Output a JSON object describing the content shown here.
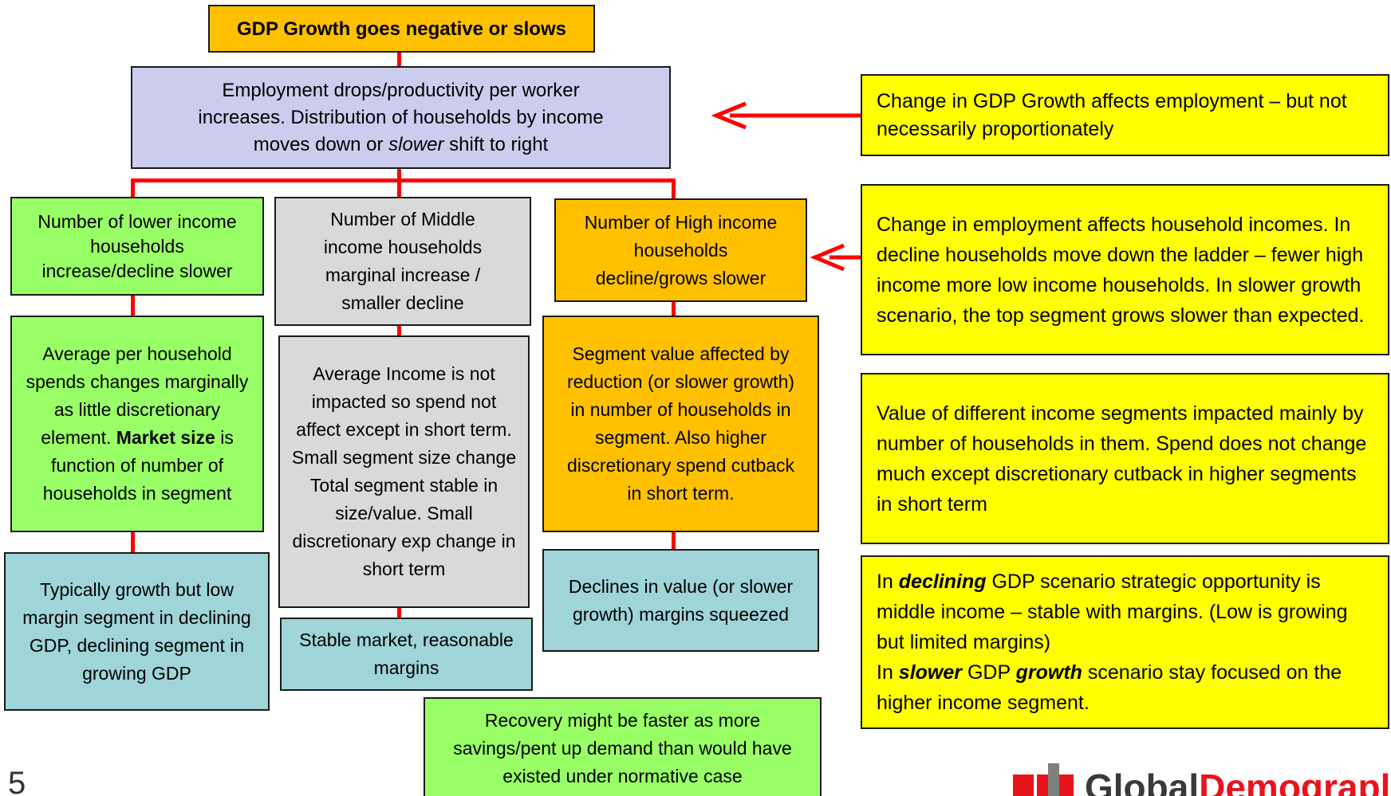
{
  "top": {
    "title": "GDP Growth goes negative or slows"
  },
  "employment": {
    "line1": "Employment drops/productivity per worker",
    "line2": "increases.  Distribution of households by income",
    "line3_pre": "moves down or ",
    "line3_em": "slower",
    "line3_post": " shift to right"
  },
  "lower": {
    "count": "Number of lower income households increase/decline slower",
    "spend_pre": "Average per household spends changes marginally as little discretionary  element.",
    "spend_bold": "Market size",
    "spend_post": " is function of number of households in segment",
    "outcome": "Typically growth but low margin segment in declining GDP, declining segment in growing GDP"
  },
  "middle": {
    "count": "Number of Middle income households marginal increase / smaller decline",
    "income": "Average Income is not impacted so spend not affect except in short term.  Small segment size  change  Total segment stable in size/value. Small discretionary exp change in short term",
    "outcome": "Stable market, reasonable margins"
  },
  "high": {
    "count": "Number of High income households decline/grows slower",
    "value": "Segment value affected by reduction (or slower growth) in number of households in segment. Also higher discretionary spend cutback in short term.",
    "outcome": "Declines in value (or slower growth)  margins squeezed"
  },
  "recovery": "Recovery might be faster as more savings/pent up demand than would have existed under normative case",
  "notes": {
    "note1": "Change in GDP Growth affects employment – but not necessarily proportionately",
    "note2": "Change in employment affects household incomes.  In decline households move down the ladder – fewer high income more low income households.  In slower growth scenario, the top segment grows slower than expected.",
    "note3": "Value of different income segments impacted mainly by number of households in them.  Spend does not change much except discretionary cutback in higher segments in short term",
    "note4": {
      "p1_a": "In ",
      "p1_b": "declining",
      "p1_c": " GDP scenario strategic opportunity is middle income – stable with margins. (Low is growing but limited margins)",
      "p2_a": "In ",
      "p2_b": "slower",
      "p2_c": " GDP ",
      "p2_d": "growth",
      "p2_e": " scenario stay focused on the higher income segment."
    }
  },
  "footer": {
    "page": "5",
    "logo_a": "Global",
    "logo_b": "Demographics"
  },
  "colors": {
    "orange": "#ffc000",
    "lavender": "#ccccee",
    "green": "#99ff66",
    "grey": "#d9d9d9",
    "teal": "#9fd4d8",
    "yellow": "#ffff00",
    "connector": "#ff0000"
  }
}
